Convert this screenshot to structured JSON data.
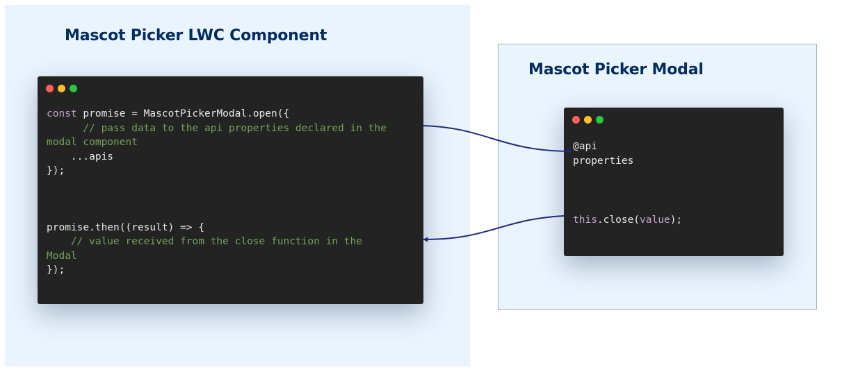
{
  "colors": {
    "panel_background": "#eaf4fe",
    "title": "#032d60",
    "editor_background": "#232323",
    "comment": "#74a35b",
    "keyword": "#c3a3c9",
    "arrow": "#1f2a7a"
  },
  "left_panel": {
    "title": "Mascot Picker LWC Component",
    "code": {
      "l1_kw": "const",
      "l1_rest": " promise = MascotPickerModal.open({",
      "l2": "      // pass data to the api properties declared in the",
      "l3": "modal component",
      "l4": "    ...apis",
      "l5": "});",
      "l6": "promise.then((result) => {",
      "l7": "    // value received from the close function in the",
      "l8": "Modal",
      "l9": "});"
    }
  },
  "right_panel": {
    "title": "Mascot Picker Modal",
    "code": {
      "l1": "@api",
      "l2": "properties",
      "l3_kw": "this",
      "l3_mid": ".close(",
      "l3_arg": "value",
      "l3_end": ");"
    }
  },
  "arrows": [
    {
      "from": "left_panel.code.l2",
      "to": "right_panel.code.l1"
    },
    {
      "from": "right_panel.code.l3",
      "to": "left_panel.code.l7"
    }
  ]
}
